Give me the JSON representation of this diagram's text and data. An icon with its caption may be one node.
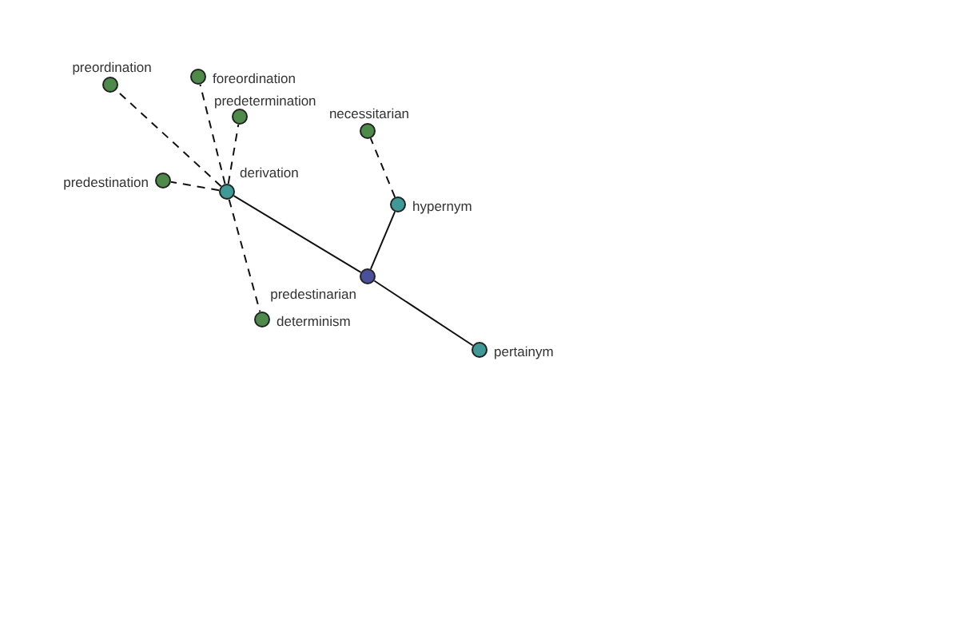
{
  "diagram": {
    "nodes": [
      {
        "text": [
          "preordination"
        ]
      },
      {
        "text": [
          "foreordination"
        ]
      },
      {
        "text": [
          "predetermination"
        ]
      },
      {
        "text": [
          "predestination"
        ]
      },
      {
        "text": [
          "derivation"
        ]
      },
      {
        "text": [
          "necessitarian"
        ]
      },
      {
        "text": [
          "hypernym"
        ]
      },
      {
        "text": [
          "predestinarian"
        ]
      },
      {
        "text": [
          "determinism"
        ]
      },
      {
        "text": [
          "pertainym"
        ]
      }
    ],
    "edges": [
      {
        "from": 4,
        "to": 0,
        "arrow": "none",
        "style": "dashed"
      },
      {
        "from": 4,
        "to": 1,
        "arrow": "none",
        "style": "dashed"
      },
      {
        "from": 4,
        "to": 2,
        "arrow": "none",
        "style": "dashed"
      },
      {
        "from": 4,
        "to": 3,
        "arrow": "none",
        "style": "dashed"
      },
      {
        "from": 4,
        "to": 8,
        "arrow": "none",
        "style": "dashed"
      },
      {
        "from": 4,
        "to": 7,
        "arrow": "none"
      },
      {
        "from": 7,
        "to": 6,
        "arrow": "none"
      },
      {
        "from": 6,
        "to": 5,
        "arrow": "none",
        "style": "dashed"
      },
      {
        "from": 7,
        "to": 9,
        "arrow": "none"
      }
    ]
  }
}
